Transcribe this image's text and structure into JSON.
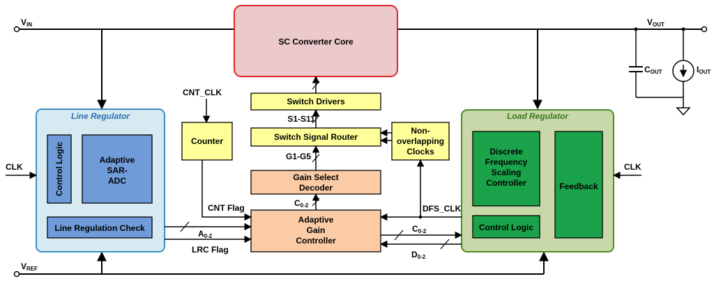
{
  "nodes": {
    "vin": {
      "main": "V",
      "sub": "IN"
    },
    "vout": {
      "main": "V",
      "sub": "OUT"
    },
    "vref": {
      "main": "V",
      "sub": "REF"
    },
    "cout": {
      "main": "C",
      "sub": "OUT"
    },
    "iout": {
      "main": "I",
      "sub": "OUT"
    },
    "clk_left": "CLK",
    "clk_right": "CLK",
    "cnt_clk": "CNT_CLK"
  },
  "blocks": {
    "sc_core": "SC Converter Core",
    "switch_drivers": "Switch Drivers",
    "switch_router": "Switch Signal Router",
    "gain_decoder": [
      "Gain Select",
      "Decoder"
    ],
    "agc": [
      "Adaptive",
      "Gain",
      "Controller"
    ],
    "counter": "Counter",
    "non_overlap": [
      "Non-",
      "overlapping",
      "Clocks"
    ],
    "line_regulator": {
      "title": "Line Regulator",
      "control_logic": "Control Logic",
      "sar_adc": [
        "Adaptive",
        "SAR-",
        "ADC"
      ],
      "lrc": "Line Regulation Check"
    },
    "load_regulator": {
      "title": "Load Regulator",
      "dfs": [
        "Discrete",
        "Frequency",
        "Scaling",
        "Controller"
      ],
      "feedback": "Feedback",
      "control_logic": "Control Logic"
    }
  },
  "signals": {
    "s1_s11": "S1-S11",
    "g1_g5": "G1-G5",
    "c02_top": {
      "main": "C",
      "sub": "0-2"
    },
    "a02": {
      "main": "A",
      "sub": "0-2"
    },
    "cnt_flag": "CNT Flag",
    "lrc_flag": "LRC Flag",
    "dfs_clk": "DFS_CLK",
    "c02_right": {
      "main": "C",
      "sub": "0-2"
    },
    "d02": {
      "main": "D",
      "sub": "0-2"
    }
  },
  "colors": {
    "sc_core_fill": "#ecc9cb",
    "sc_core_stroke": "#e0242c",
    "yellow_fill": "#ffff99",
    "peach_fill": "#fbcba5",
    "line_reg_fill": "#d7eaf1",
    "line_reg_stroke": "#3a8fc4",
    "line_reg_title": "#2a6fb0",
    "blue_block": "#6f9bd8",
    "load_reg_fill": "#c8d8a8",
    "load_reg_stroke": "#4e8a26",
    "load_reg_title": "#3c7a1e",
    "green_block": "#1aa34a"
  }
}
